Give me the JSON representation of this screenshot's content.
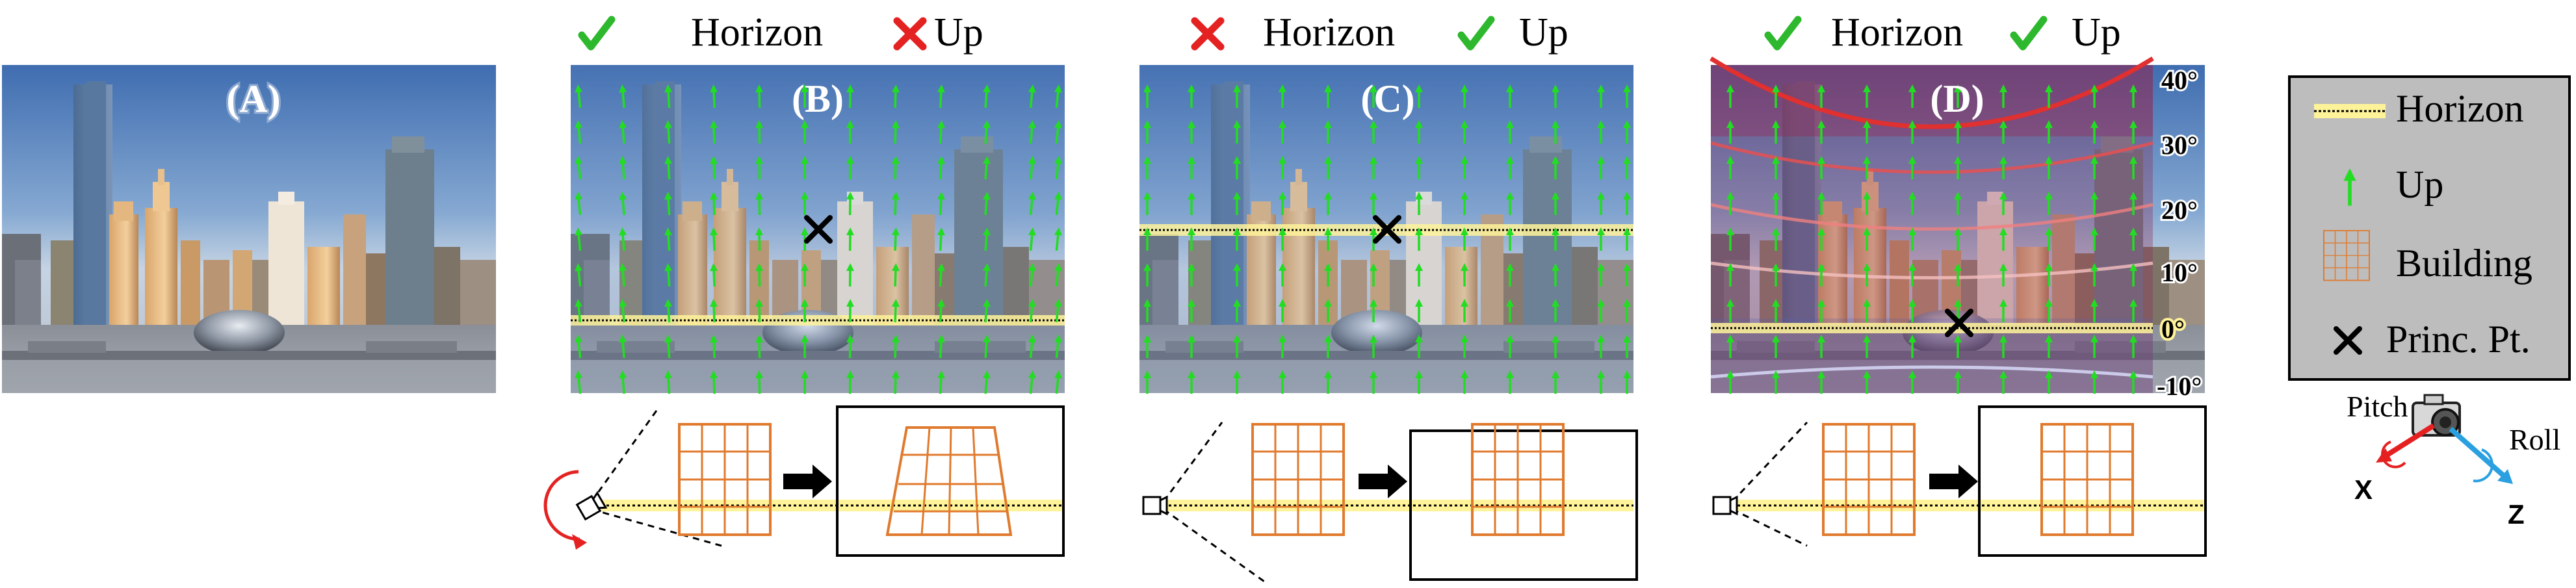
{
  "panels": {
    "A": {
      "label": "(A)"
    },
    "B": {
      "label": "(B)",
      "horizon_text": "Horizon",
      "up_text": "Up",
      "horizon_ok": true,
      "up_ok": false
    },
    "C": {
      "label": "(C)",
      "horizon_text": "Horizon",
      "up_text": "Up",
      "horizon_ok": false,
      "up_ok": true
    },
    "D": {
      "label": "(D)",
      "horizon_text": "Horizon",
      "up_text": "Up",
      "horizon_ok": true,
      "up_ok": true,
      "latitude_ticks": [
        "40°",
        "30°",
        "20°",
        "10°",
        "0°",
        "-10°"
      ]
    }
  },
  "legend": {
    "items": [
      {
        "label": "Horizon",
        "symbol": "horizon-line"
      },
      {
        "label": "Up",
        "symbol": "up-arrow"
      },
      {
        "label": "Building",
        "symbol": "building-grid"
      },
      {
        "label": "Princ. Pt.",
        "symbol": "cross"
      }
    ]
  },
  "camera_axes": {
    "pitch_label": "Pitch",
    "roll_label": "Roll",
    "x_label": "X",
    "z_label": "Z"
  },
  "colors": {
    "check": "#2db82d",
    "cross_red": "#e52222",
    "up_arrow": "#22dd22",
    "horizon_band": "#fff39a",
    "building": "#e07a2e",
    "latitude_red": "#e03030",
    "legend_bg": "#bdbdbd",
    "pitch_red": "#e52020",
    "roll_blue": "#2aa0e0"
  }
}
